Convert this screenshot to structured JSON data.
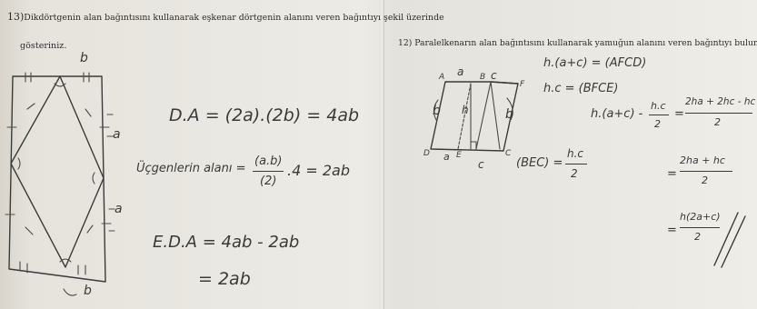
{
  "q13": {
    "number": "13)",
    "prompt_line1": "Dikdörtgenin alan bağıntısını kullanarak eşkenar dörtgenin alanını veren bağıntıyı şekil üzerinde",
    "prompt_line2": "gösteriniz.",
    "fig_top": "b",
    "fig_right_top": "a",
    "fig_right_bottom": "a",
    "fig_bottom": "b",
    "line1": "D.A = (2a).(2b) = 4ab",
    "line2_left": "Üçgenlerin alanı =",
    "line2_frac_num": "(a.b)",
    "line2_frac_den": "(2)",
    "line2_right": ".4 = 2ab",
    "line3": "E.D.A = 4ab - 2ab",
    "line4": "= 2ab"
  },
  "q12": {
    "number": "12)",
    "prompt": "Paralelkenarın alan bağıntısını kullanarak yamuğun alanını veren bağıntıyı bulunuz.",
    "vertex_A": "A",
    "vertex_B": "B",
    "vertex_C": "C",
    "vertex_D": "D",
    "vertex_E": "E",
    "vertex_F": "F",
    "label_top_a": "a",
    "label_top_c": "c",
    "label_side_b": "b",
    "label_h": "h",
    "label_bottom_a": "a",
    "label_bottom_c": "c",
    "eq1": "h.(a+c) = (AFCD)",
    "eq2": "h.c = (BFCE)",
    "tri_label": "(BEC) =",
    "tri_num": "h.c",
    "tri_den": "2",
    "step1_left": "h.(a+c) -",
    "step1_frac_num": "h.c",
    "step1_frac_den": "2",
    "step1_eq": "=",
    "step1_rhs_num": "2ha + 2hc - hc",
    "step1_rhs_den": "2",
    "step2_num": "2ha + hc",
    "step2_den": "2",
    "step3_num": "h(2a+c)",
    "step3_den": "2"
  }
}
